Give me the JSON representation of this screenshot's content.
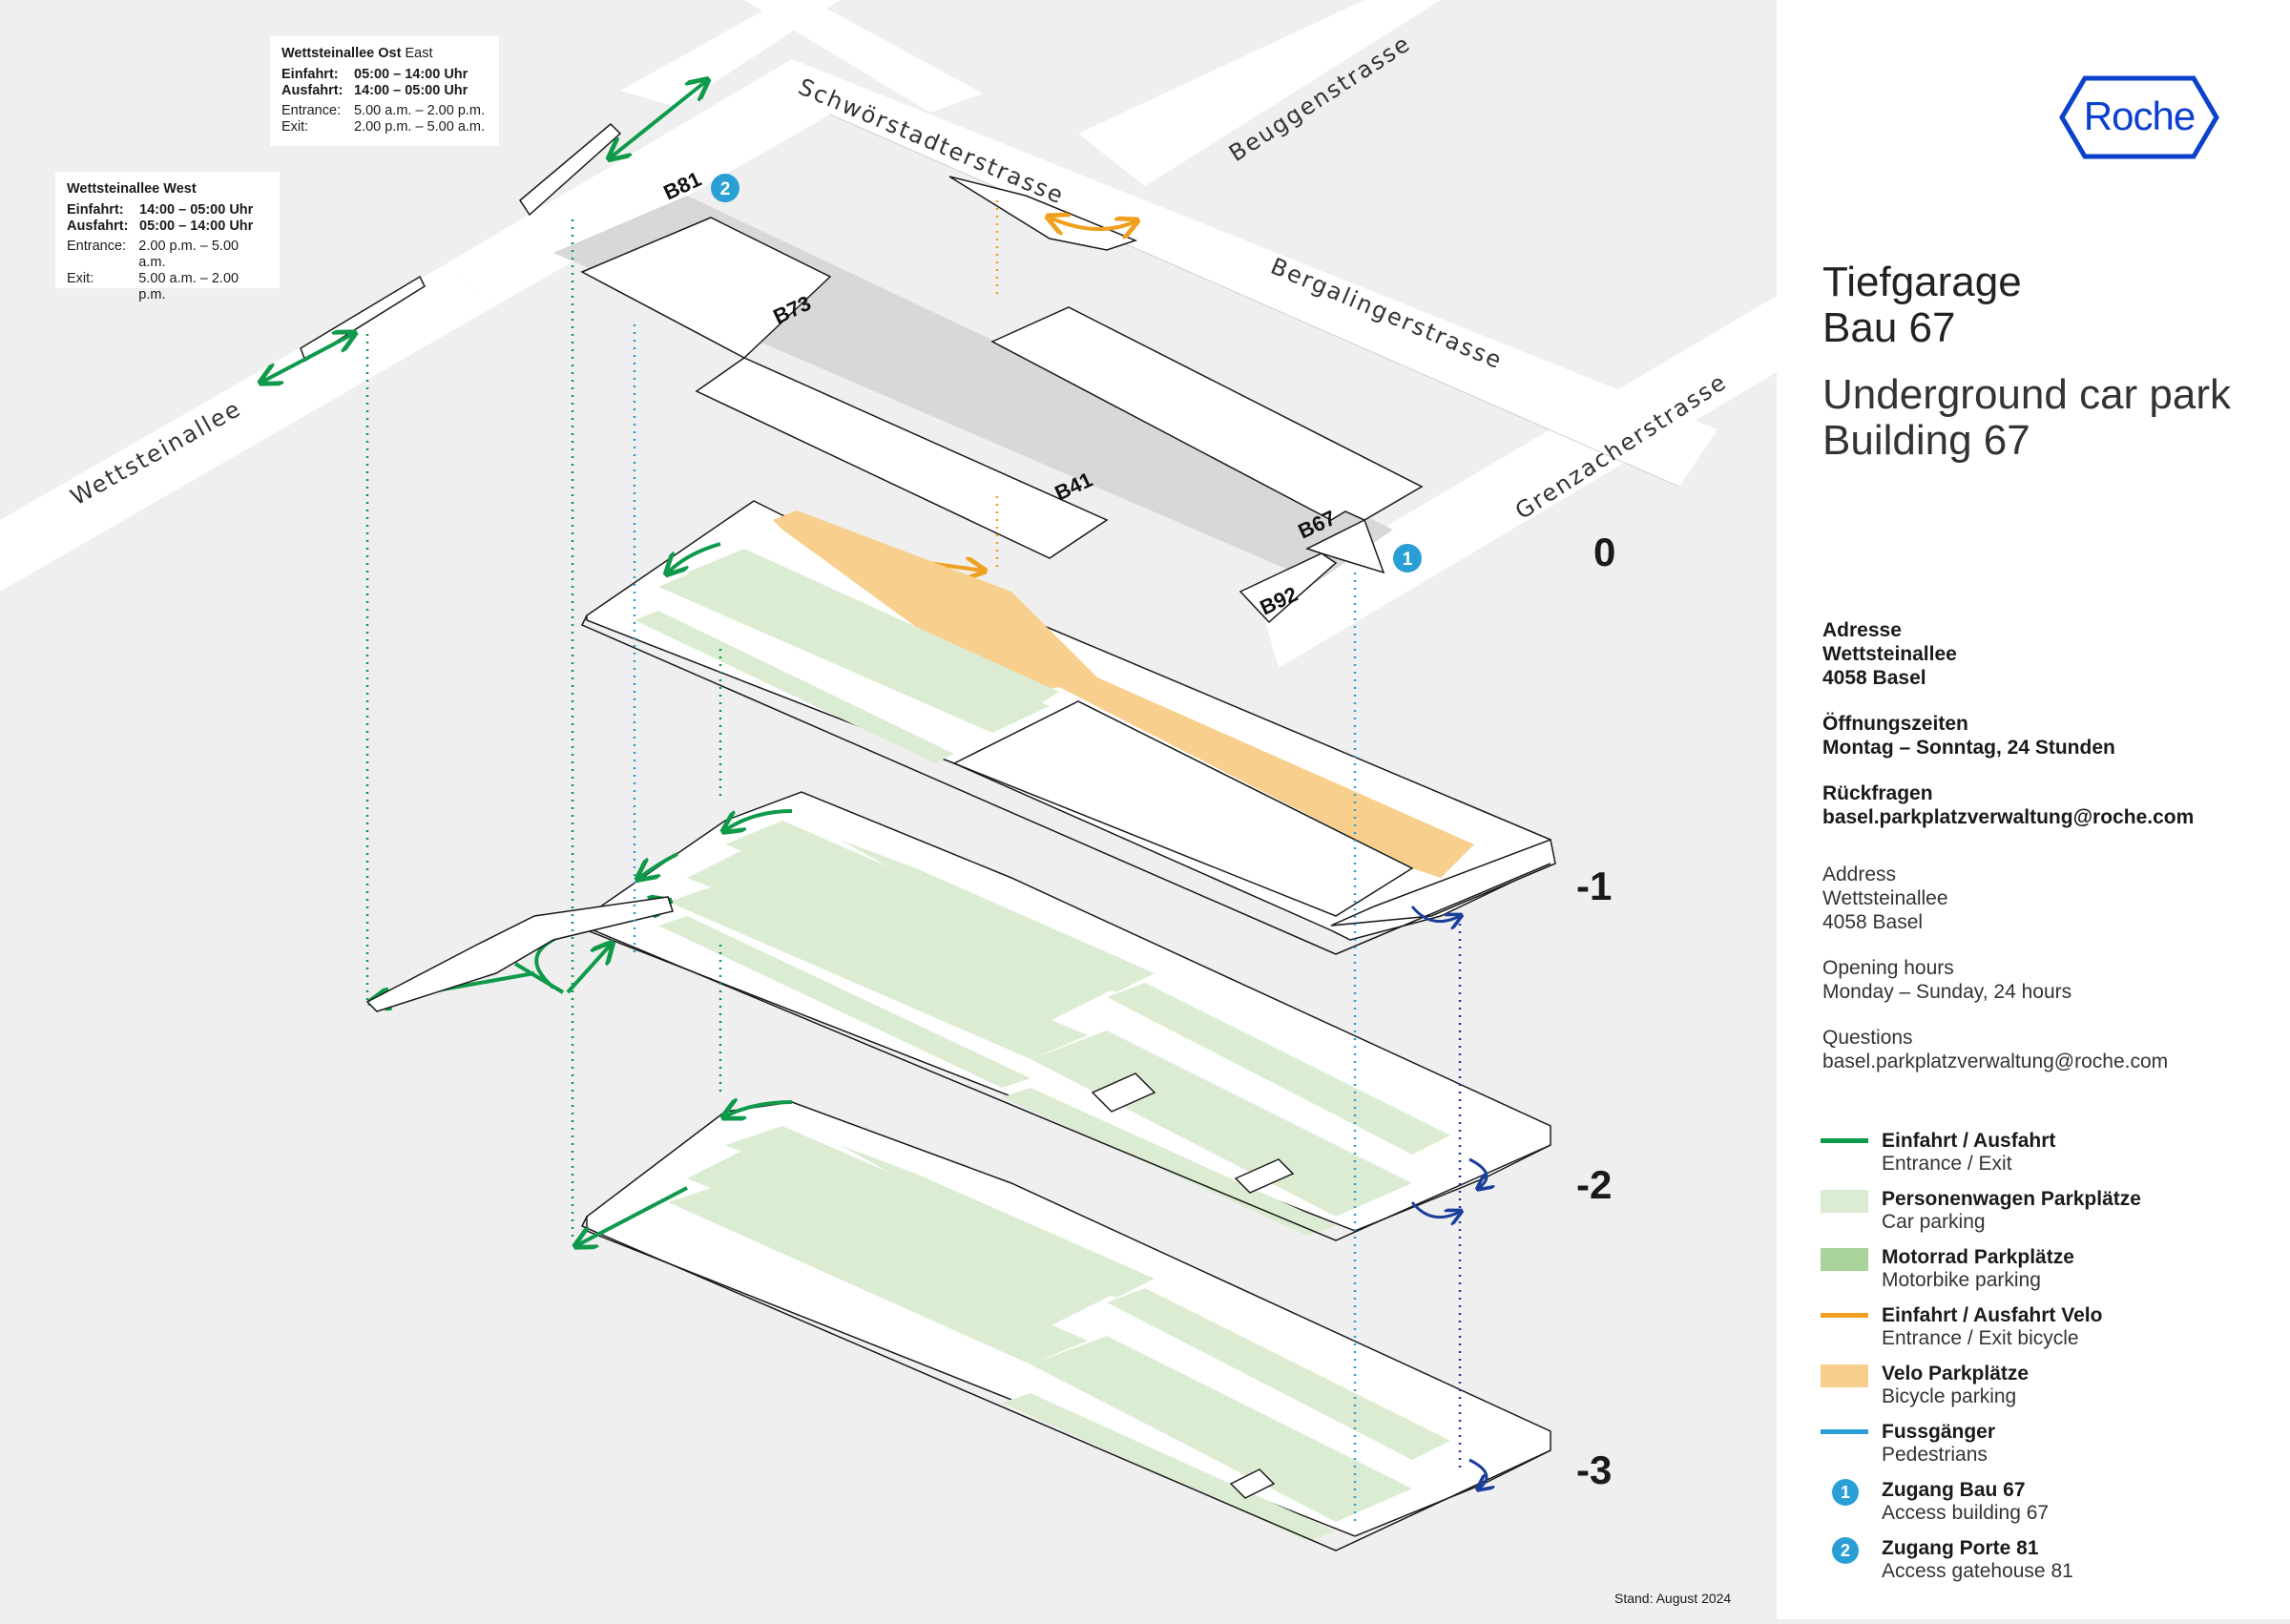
{
  "title_line1": "Tiefgarage",
  "title_line2": "Bau 67",
  "subtitle_line1": "Underground car park",
  "subtitle_line2": "Building 67",
  "logo_text": "Roche",
  "info_de": {
    "address_heading": "Adresse",
    "address_line1": "Wettsteinallee",
    "address_line2": "4058 Basel",
    "hours_heading": "Öffnungszeiten",
    "hours_value": "Montag – Sonntag, 24 Stunden",
    "questions_heading": "Rückfragen",
    "questions_value": "basel.parkplatzverwaltung@roche.com"
  },
  "info_en": {
    "address_heading": "Address",
    "address_line1": "Wettsteinallee",
    "address_line2": "4058 Basel",
    "hours_heading": "Opening hours",
    "hours_value": "Monday – Sunday, 24 hours",
    "questions_heading": "Questions",
    "questions_value": "basel.parkplatzverwaltung@roche.com"
  },
  "legend": [
    {
      "de": "Einfahrt / Ausfahrt",
      "en": "Entrance / Exit",
      "swatch": "line",
      "color": "#0e9a4a"
    },
    {
      "de": "Personenwagen Parkplätze",
      "en": "Car parking",
      "swatch": "box",
      "color": "#dcecd3"
    },
    {
      "de": "Motorrad Parkplätze",
      "en": "Motorbike parking",
      "swatch": "box",
      "color": "#a9d39b"
    },
    {
      "de": "Einfahrt / Ausfahrt Velo",
      "en": "Entrance / Exit bicycle",
      "swatch": "line",
      "color": "#f0a020"
    },
    {
      "de": "Velo Parkplätze",
      "en": "Bicycle parking",
      "swatch": "box",
      "color": "#f8cf8c"
    },
    {
      "de": "Fussgänger",
      "en": "Pedestrians",
      "swatch": "line",
      "color": "#2a9fd6"
    },
    {
      "de": "Zugang Bau 67",
      "en": "Access building 67",
      "swatch": "circle",
      "num": "1",
      "color": "#2a9fd6"
    },
    {
      "de": "Zugang Porte 81",
      "en": "Access gatehouse 81",
      "swatch": "circle",
      "num": "2",
      "color": "#2a9fd6"
    }
  ],
  "stand": "Stand: August 2024",
  "tooltip_west": {
    "title": "Wettsteinallee West",
    "einfahrt_k": "Einfahrt:",
    "einfahrt_v": "14:00 – 05:00 Uhr",
    "ausfahrt_k": "Ausfahrt:",
    "ausfahrt_v": "05:00 – 14:00 Uhr",
    "entrance_k": "Entrance:",
    "entrance_v": "2.00 p.m. – 5.00 a.m.",
    "exit_k": "Exit:",
    "exit_v": "5.00 a.m. – 2.00 p.m."
  },
  "tooltip_east": {
    "title": "Wettsteinallee Ost",
    "title_en": "East",
    "einfahrt_k": "Einfahrt:",
    "einfahrt_v": "05:00 – 14:00 Uhr",
    "ausfahrt_k": "Ausfahrt:",
    "ausfahrt_v": "14:00 – 05:00 Uhr",
    "entrance_k": "Entrance:",
    "entrance_v": "5.00 a.m. – 2.00 p.m.",
    "exit_k": "Exit:",
    "exit_v": "2.00 p.m. – 5.00 a.m."
  },
  "streets": {
    "wettsteinallee": "Wettsteinallee",
    "schwoerstadter": "Schwörstadterstrasse",
    "beuggen": "Beuggenstrasse",
    "bergalinger": "Bergalingerstrasse",
    "grenzacher": "Grenzacherstrasse"
  },
  "buildings": {
    "b81": "B81",
    "b73": "B73",
    "b41": "B41",
    "b67": "B67",
    "b92": "B92"
  },
  "markers": {
    "m1": "1",
    "m2": "2"
  },
  "levels": {
    "l0": "0",
    "l1": "-1",
    "l2": "-2",
    "l3": "-3"
  }
}
